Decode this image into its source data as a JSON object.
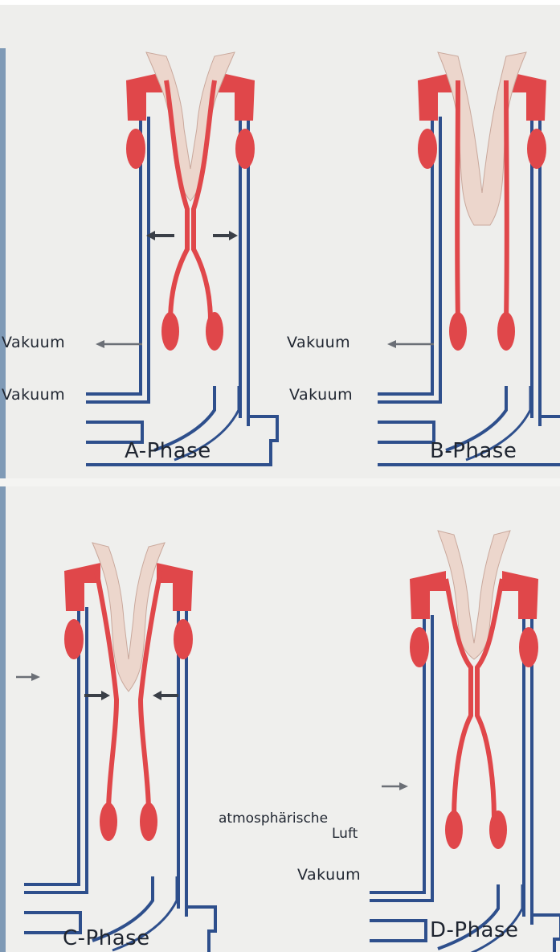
{
  "panels": {
    "a": {
      "title": "A-Phase",
      "label_top": "Vakuum",
      "label_bottom": "Vakuum"
    },
    "b": {
      "title": "B-Phase",
      "label_top": "Vakuum",
      "label_bottom": "Vakuum"
    },
    "c": {
      "title": "C-Phase"
    },
    "d": {
      "title": "D-Phase",
      "label_air_line1": "atmosphärische",
      "label_air_line2": "Luft",
      "label_bottom": "Vakuum"
    }
  },
  "colors": {
    "tube_blue": "#2e4f8c",
    "liner_red": "#e0474a",
    "teat": "#ecd6cc",
    "arrow": "#3a3f47",
    "paper": "#eeeeec",
    "sidebar": "#7f9ab6"
  }
}
